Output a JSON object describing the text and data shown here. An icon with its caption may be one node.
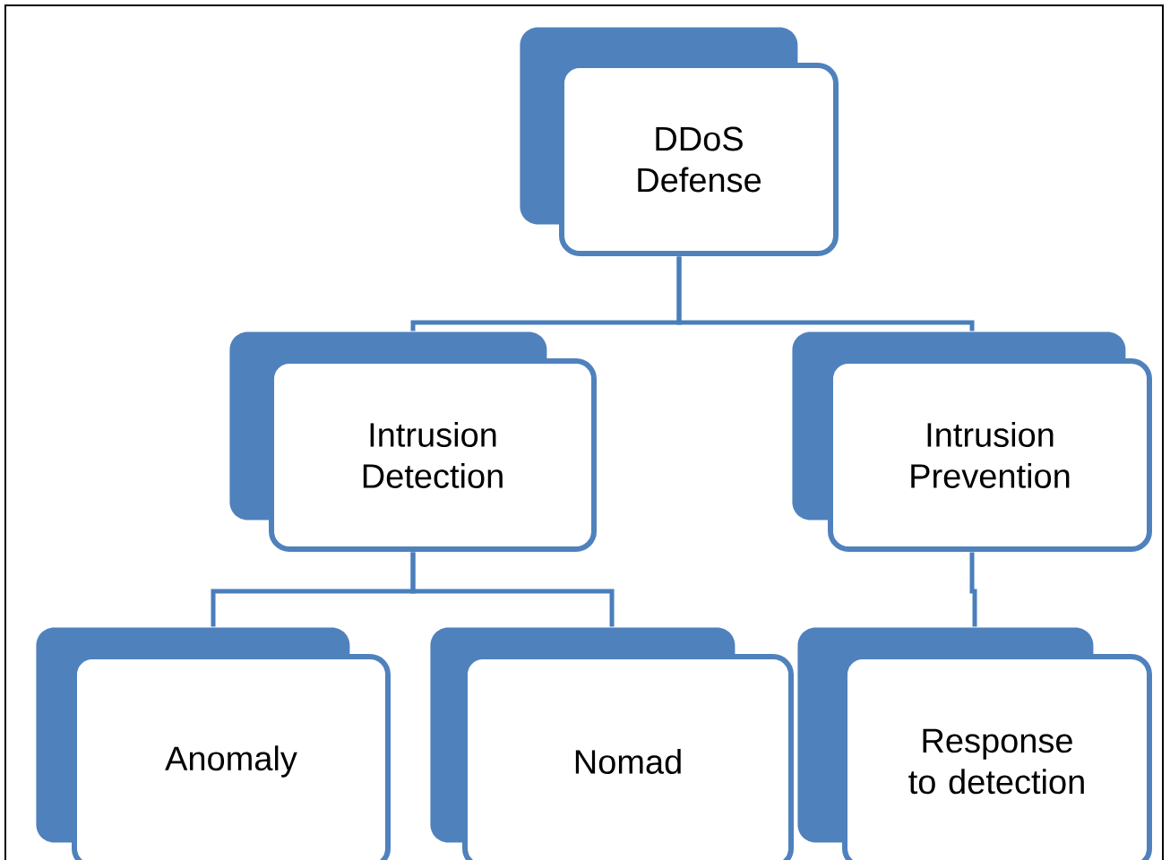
{
  "diagram": {
    "nodes": [
      {
        "text": [
          "DDoS Defense"
        ]
      },
      {
        "text": [
          "Intrusion Detection"
        ]
      },
      {
        "text": [
          "Intrusion Prevention"
        ]
      },
      {
        "text": [
          "Anomaly"
        ]
      },
      {
        "text": [
          "Nomad"
        ]
      },
      {
        "text": [
          "Response to detection"
        ]
      }
    ],
    "edges": [
      {
        "from": 0,
        "to": 1,
        "arrow": "none"
      },
      {
        "from": 0,
        "to": 2,
        "arrow": "none"
      },
      {
        "from": 1,
        "to": 3,
        "arrow": "none"
      },
      {
        "from": 1,
        "to": 4,
        "arrow": "none"
      },
      {
        "from": 2,
        "to": 5,
        "arrow": "none"
      }
    ]
  }
}
